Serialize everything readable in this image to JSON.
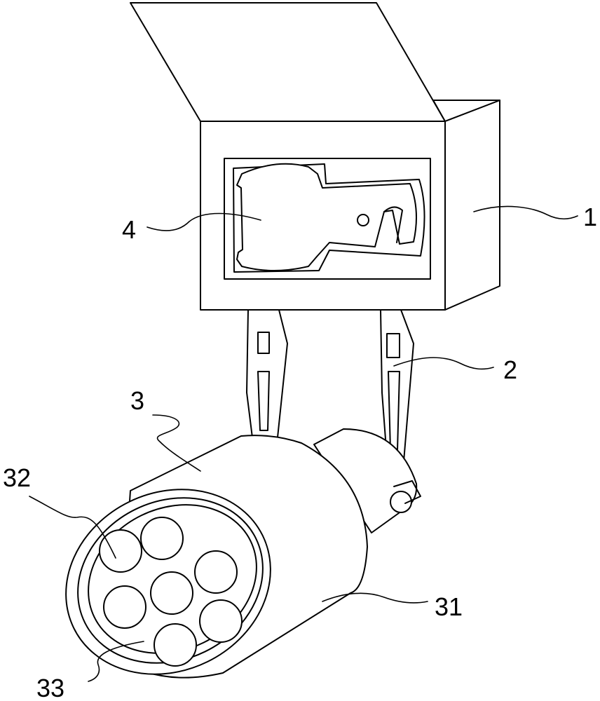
{
  "callouts": {
    "housing": "1",
    "bracket": "2",
    "lamp_head": "3",
    "window_panel": "4",
    "lamp_body": "31",
    "led_bead": "32",
    "reflector": "33"
  },
  "colors": {
    "line": "#000000",
    "background": "#ffffff"
  }
}
